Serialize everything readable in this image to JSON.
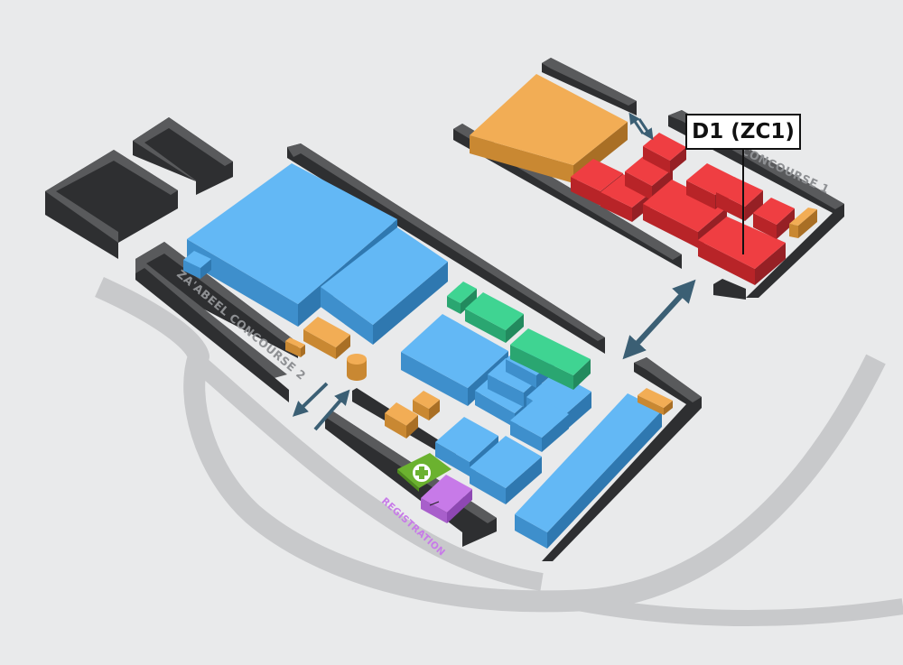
{
  "colors": {
    "background": "#e9eaeb",
    "road": "#c8c9cb",
    "wall_top": "#595a5c",
    "wall_side": "#2e2f31",
    "booth_blue": "#63b8f5",
    "booth_orange": "#f2ad55",
    "booth_red": "#ef3e42",
    "booth_green": "#3fd492",
    "registration_purple": "#c77ae8",
    "first_aid_green": "#6bb22f",
    "arrow": "#3b5f74"
  },
  "labels": {
    "concourse_1": "CONCOURSE 1",
    "concourse_2": "ZA'ABEEL CONCOURSE 2",
    "registration": "REGISTRATION",
    "callout": "D1 (ZC1)"
  },
  "icons": {
    "first_aid": "first-aid-cross-icon",
    "arrows": "double-arrow-icon"
  }
}
